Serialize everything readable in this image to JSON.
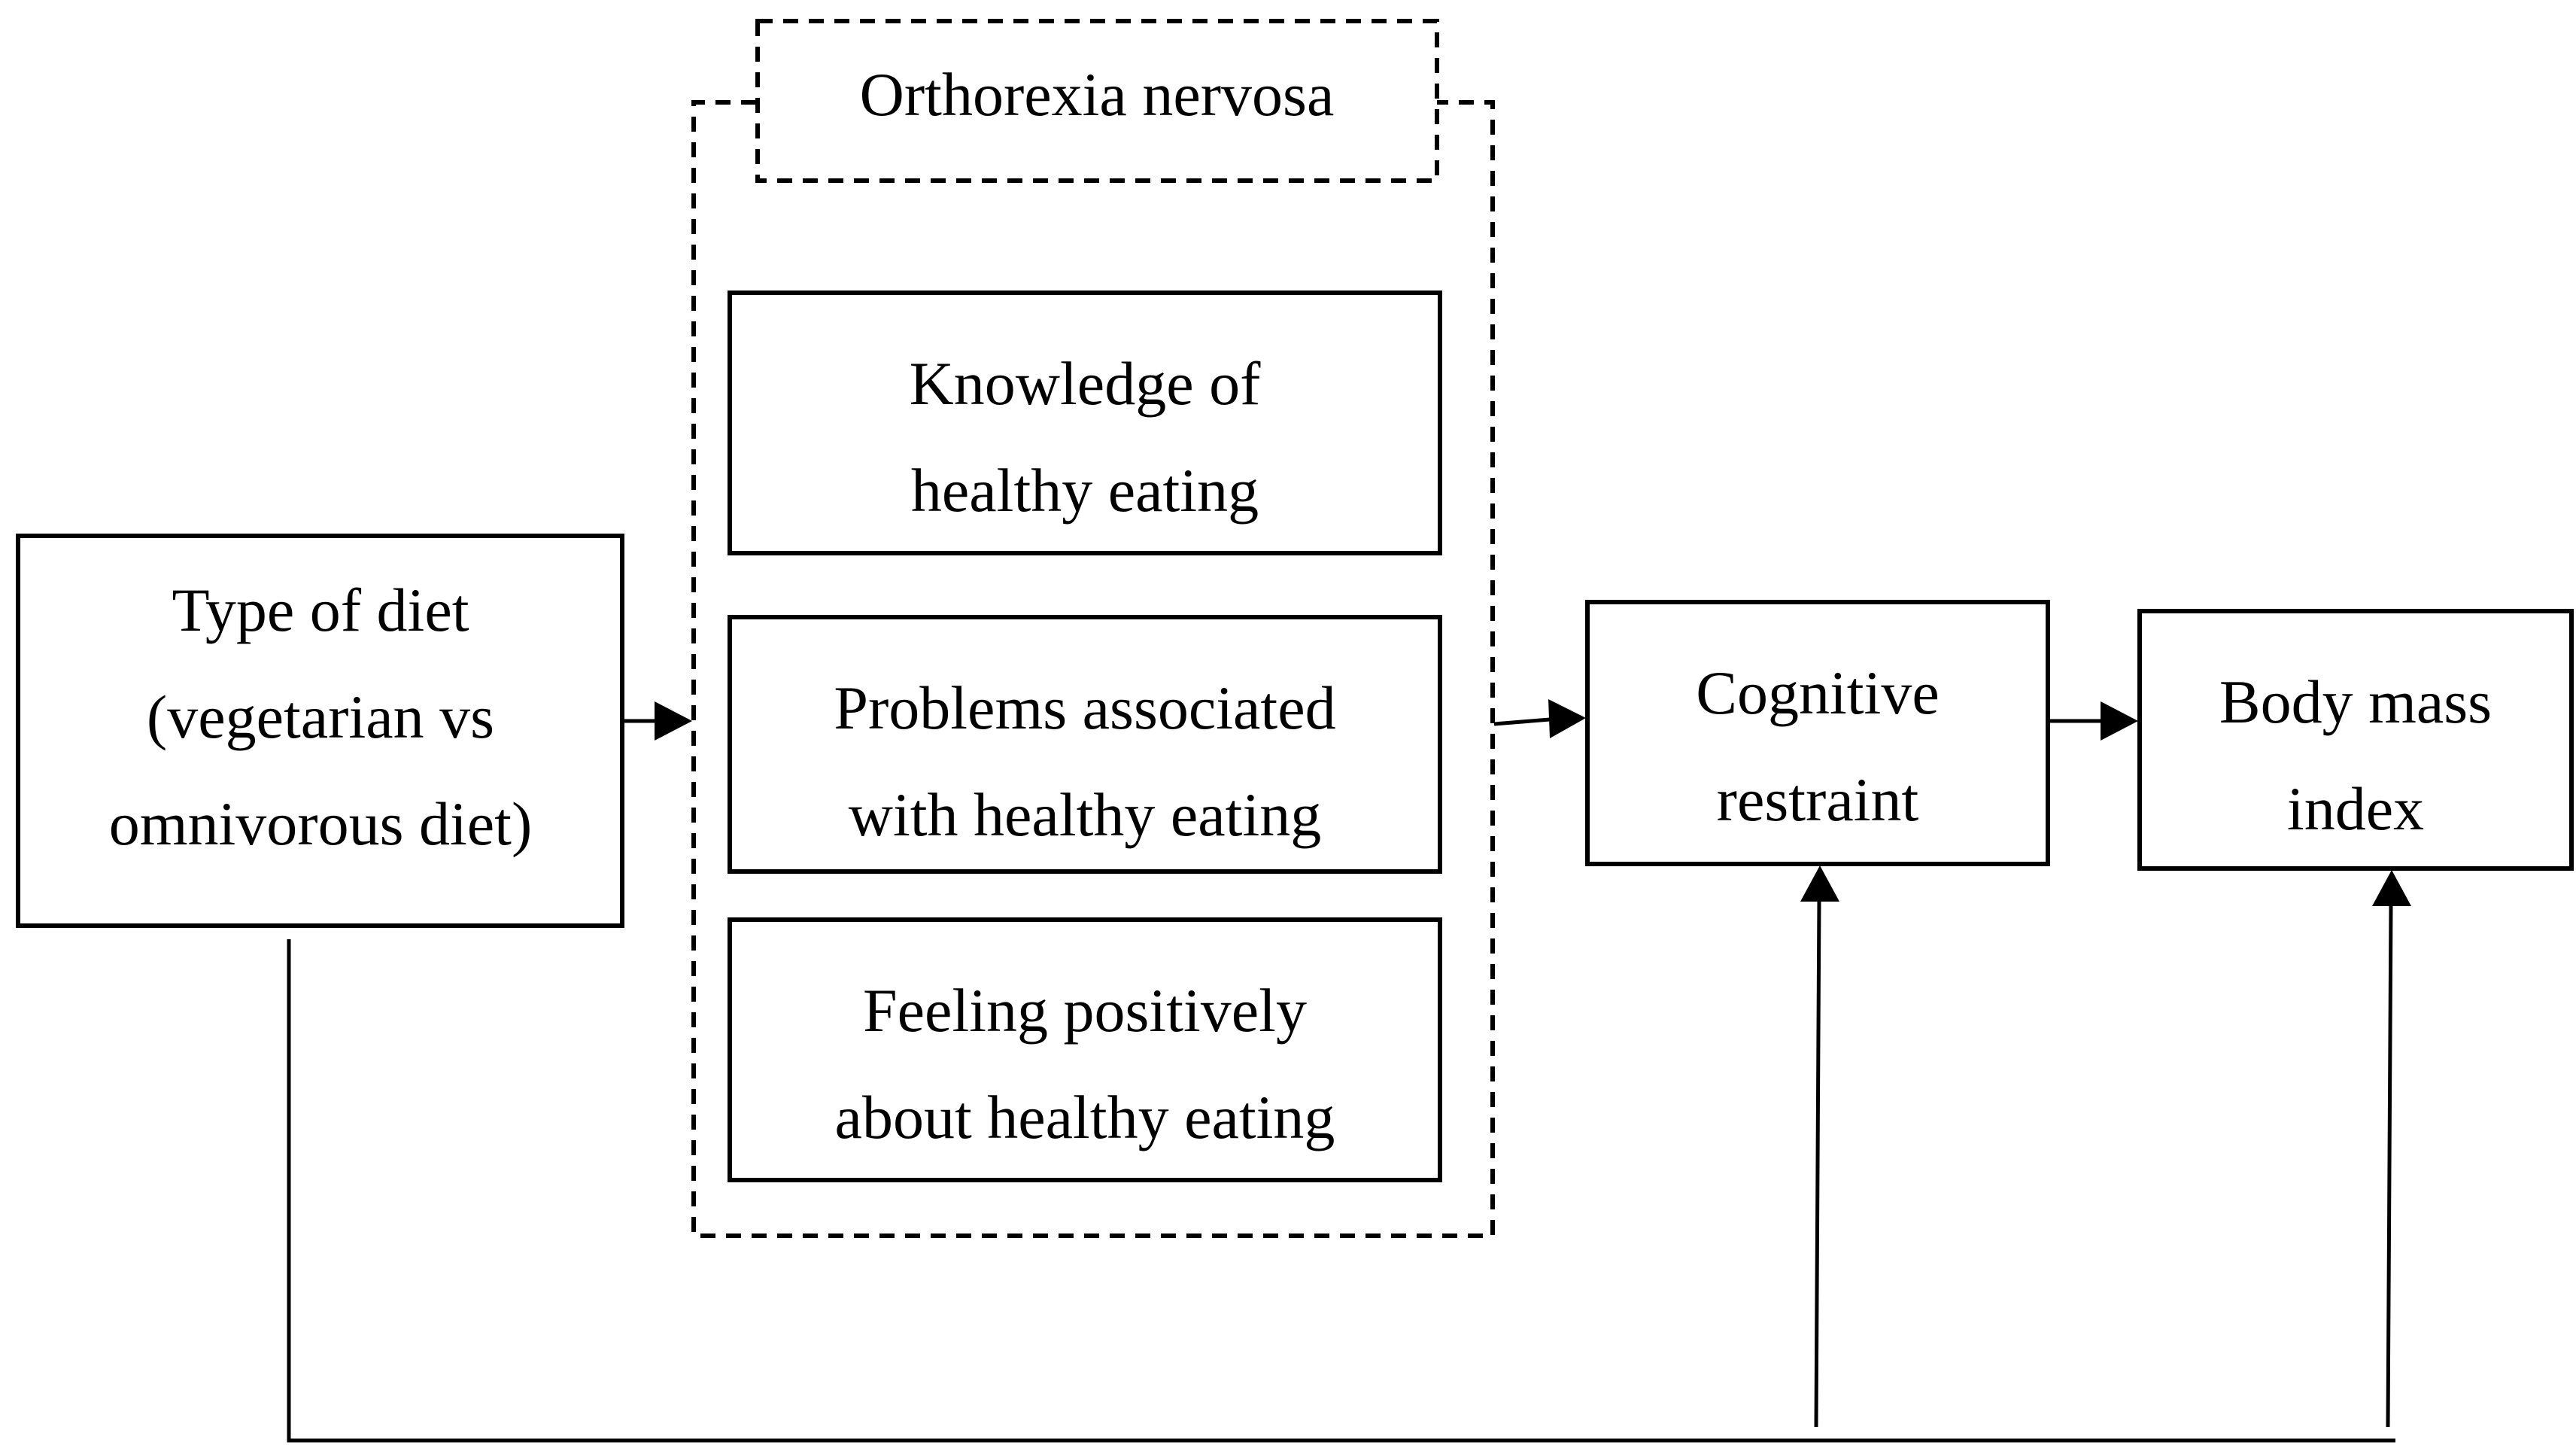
{
  "diagram": {
    "type_of_diet": {
      "line1": "Type of diet",
      "line2": "(vegetarian vs",
      "line3": "omnivorous diet)"
    },
    "orthorexia": {
      "title": "Orthorexia nervosa",
      "knowledge": {
        "line1": "Knowledge of",
        "line2": "healthy eating"
      },
      "problems": {
        "line1": "Problems associated",
        "line2": "with healthy eating"
      },
      "feeling": {
        "line1": "Feeling positively",
        "line2": "about healthy eating"
      }
    },
    "cognitive_restraint": {
      "line1": "Cognitive",
      "line2": "restraint"
    },
    "body_mass_index": {
      "line1": "Body mass",
      "line2": "index"
    }
  }
}
